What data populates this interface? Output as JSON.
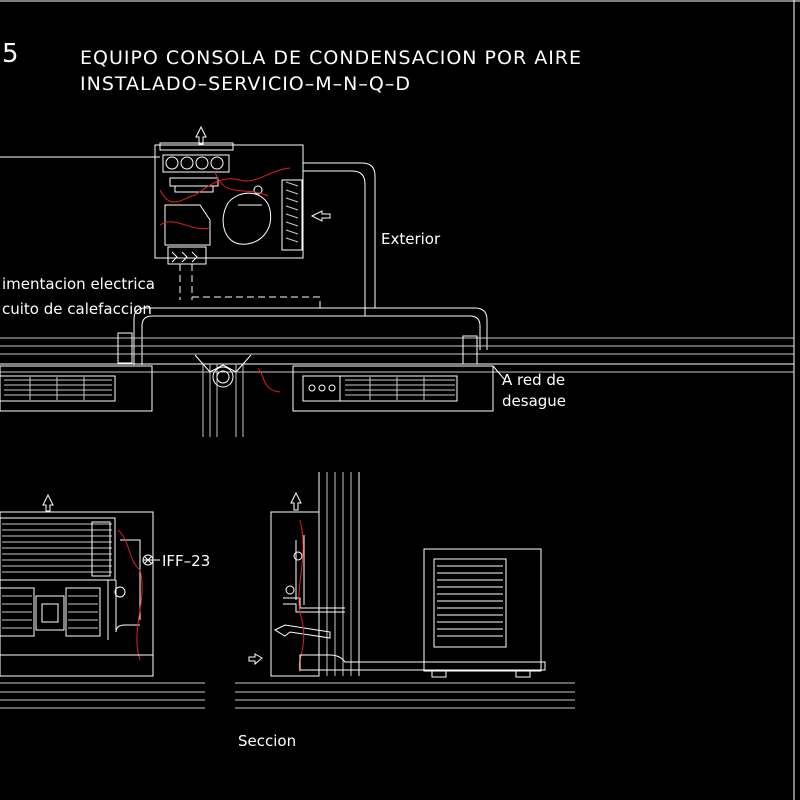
{
  "sheet": {
    "number": "5",
    "title_line_1": "EQUIPO CONSOLA DE CONDENSACION POR AIRE",
    "title_line_2": "INSTALADO–SERVICIO–M–N–Q–D"
  },
  "labels": {
    "exterior": "Exterior",
    "alimentacion": "imentacion electrica",
    "calefaccion": "cuito de calefaccion",
    "red_line_1": "A red de",
    "red_line_2": "desague",
    "iff": "IFF–23",
    "seccion": "Seccion"
  },
  "colors": {
    "background": "#000000",
    "linework": "#ffffff",
    "piping": "#e02020"
  }
}
